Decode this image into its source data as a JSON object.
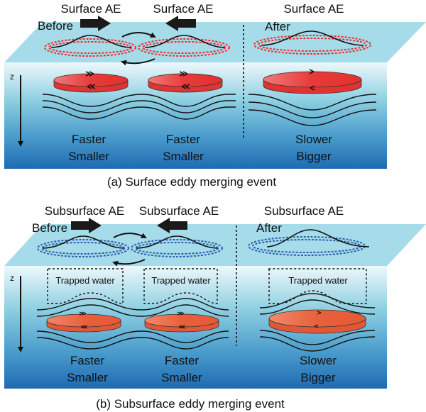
{
  "panels": {
    "a": {
      "caption": "(a) Surface eddy merging event",
      "eddy_label_left": "Surface AE",
      "eddy_label_mid": "Surface AE",
      "eddy_label_right": "Surface AE",
      "before": "Before",
      "after": "After",
      "axis": "z",
      "left_desc": [
        "Faster",
        "Smaller"
      ],
      "mid_desc": [
        "Faster",
        "Smaller"
      ],
      "right_desc": [
        "Slower",
        "Bigger"
      ],
      "ring_color": "#e8302e",
      "disk_color": "#e83a3a"
    },
    "b": {
      "caption": "(b) Subsurface eddy merging event",
      "eddy_label_left": "Subsurface AE",
      "eddy_label_mid": "Subsurface AE",
      "eddy_label_right": "Subsurface AE",
      "before": "Before",
      "after": "After",
      "axis": "z",
      "trapped": "Trapped water",
      "left_desc": [
        "Faster",
        "Smaller"
      ],
      "mid_desc": [
        "Faster",
        "Smaller"
      ],
      "right_desc": [
        "Slower",
        "Bigger"
      ],
      "ring_color": "#2a5fb0",
      "disk_color": "#e8603c"
    }
  },
  "colors": {
    "surface": "#a6dce9",
    "water_top": "#e9f6fa",
    "water_bottom": "#1f6db4"
  }
}
